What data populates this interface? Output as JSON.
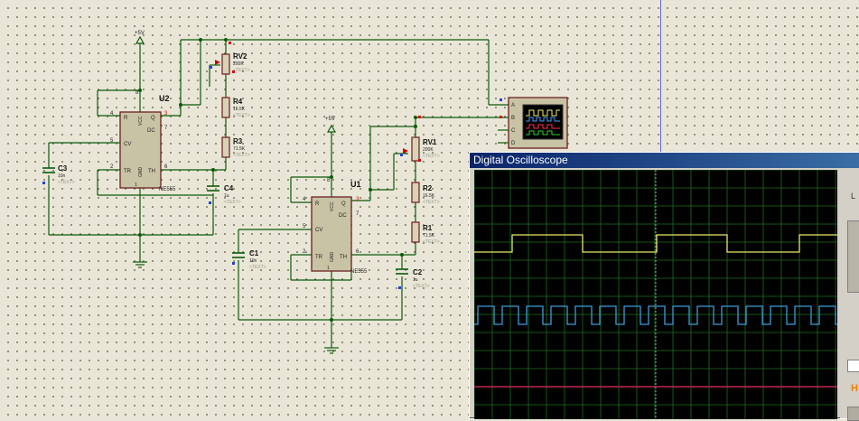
{
  "schematic": {
    "u2": {
      "ref": "U2",
      "part": "NE555",
      "pins": {
        "r": "R",
        "vcc": "VCC",
        "q": "Q",
        "dc": "DC",
        "cv": "CV",
        "tr": "TR",
        "th": "TH",
        "gnd": "GND"
      },
      "pin_numbers": {
        "p4": "4",
        "p8": "8",
        "p3": "3",
        "p7": "7",
        "p5": "5",
        "p2": "2",
        "p6": "6",
        "p1": "1"
      }
    },
    "u1": {
      "ref": "U1",
      "part": "NE555",
      "pins": {
        "r": "R",
        "vcc": "VCC",
        "q": "Q",
        "dc": "DC",
        "cv": "CV",
        "tr": "TR",
        "th": "TH",
        "gnd": "GND"
      },
      "pin_numbers": {
        "p4": "4",
        "p8": "8",
        "p3": "3",
        "p7": "7",
        "p5": "5",
        "p2": "2",
        "p6": "6",
        "p1": "1"
      }
    },
    "power": {
      "left": "+5V",
      "right": "+5V"
    },
    "components": {
      "rv2": {
        "ref": "RV2",
        "value": "200K",
        "text": "<TEXT>"
      },
      "r4": {
        "ref": "R4",
        "value": "16.5K",
        "text": "<TEXT>"
      },
      "r3": {
        "ref": "R3",
        "value": "71.5K",
        "text": "<TEXT>"
      },
      "c3": {
        "ref": "C3",
        "value": "10n",
        "text": "<TEXT>"
      },
      "c4": {
        "ref": "C4",
        "value": "1u",
        "text": "<TEXT>"
      },
      "rv1": {
        "ref": "RV1",
        "value": "200K",
        "text": "<TEXT>"
      },
      "r2": {
        "ref": "R2",
        "value": "16.5K",
        "text": "<TEXT>"
      },
      "r1": {
        "ref": "R1",
        "value": "71.5K",
        "text": "<TEXT>"
      },
      "c1": {
        "ref": "C1",
        "value": "10n",
        "text": "<TEXT>"
      },
      "c2": {
        "ref": "C2",
        "value": "1u",
        "text": "<TEXT>"
      }
    },
    "scope_channels": [
      "A",
      "B",
      "C",
      "D"
    ]
  },
  "oscilloscope": {
    "title": "Digital Oscilloscope",
    "side_h_label": "H",
    "side_top_label": "L",
    "colors": {
      "ch_a": "#e8e86a",
      "ch_b": "#3b9cd9",
      "ch_c": "#e03060",
      "grid": "#1f6f1f",
      "bg": "#000000"
    }
  }
}
